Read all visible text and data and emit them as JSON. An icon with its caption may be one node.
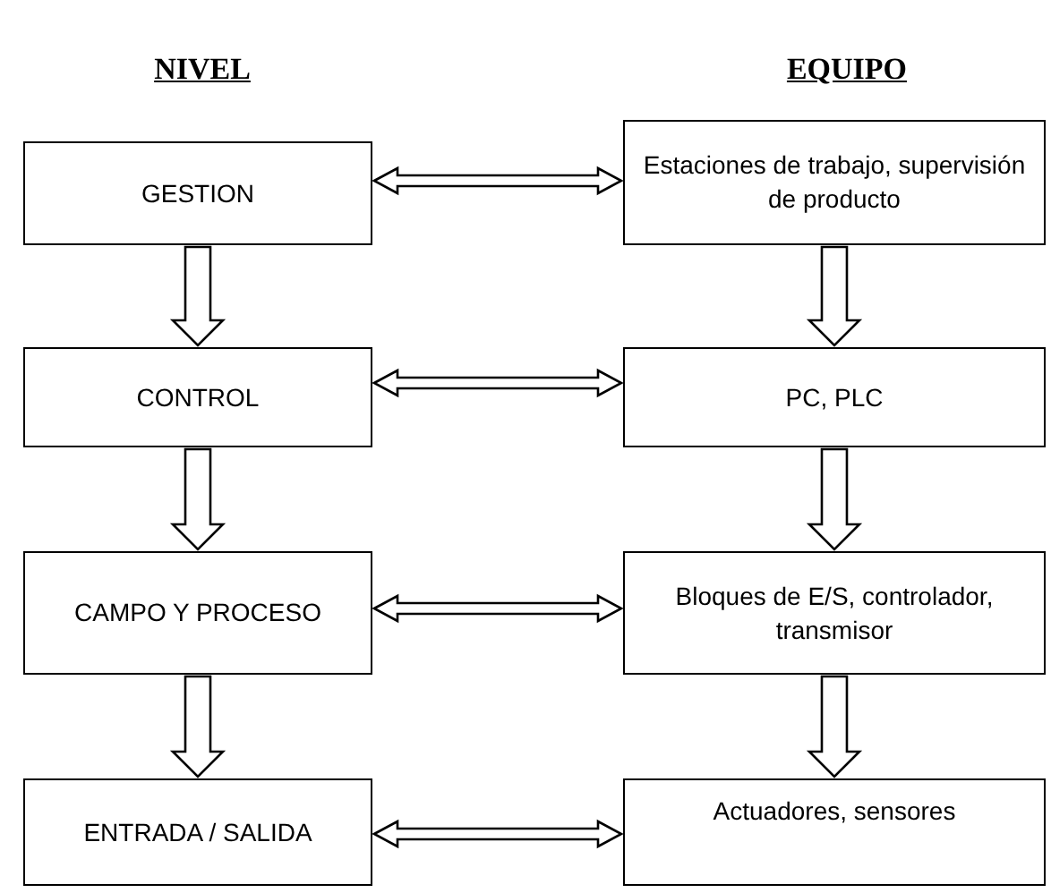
{
  "diagram": {
    "nodes": [
      {
        "text": [
          "GESTION"
        ]
      },
      {
        "text": [
          "Estaciones de trabajo, supervisión de producto"
        ]
      },
      {
        "text": [
          "CONTROL"
        ]
      },
      {
        "text": [
          "PC, PLC"
        ]
      },
      {
        "text": [
          "CAMPO Y PROCESO"
        ]
      },
      {
        "text": [
          "Bloques de E/S, controlador, transmisor"
        ]
      },
      {
        "text": [
          "ENTRADA / SALIDA"
        ]
      },
      {
        "text": [
          "Actuadores, sensores"
        ]
      }
    ],
    "edges": [
      {
        "from": 0,
        "to": 1,
        "arrow": "both"
      },
      {
        "from": 0,
        "to": 2,
        "arrow": "to"
      },
      {
        "from": 1,
        "to": 3,
        "arrow": "to"
      },
      {
        "from": 2,
        "to": 3,
        "arrow": "both"
      },
      {
        "from": 2,
        "to": 4,
        "arrow": "to"
      },
      {
        "from": 3,
        "to": 5,
        "arrow": "to"
      },
      {
        "from": 4,
        "to": 5,
        "arrow": "both"
      },
      {
        "from": 4,
        "to": 6,
        "arrow": "to"
      },
      {
        "from": 5,
        "to": 7,
        "arrow": "to"
      },
      {
        "from": 6,
        "to": 7,
        "arrow": "both"
      }
    ],
    "labels": [
      "NIVEL",
      "EQUIPO"
    ]
  }
}
